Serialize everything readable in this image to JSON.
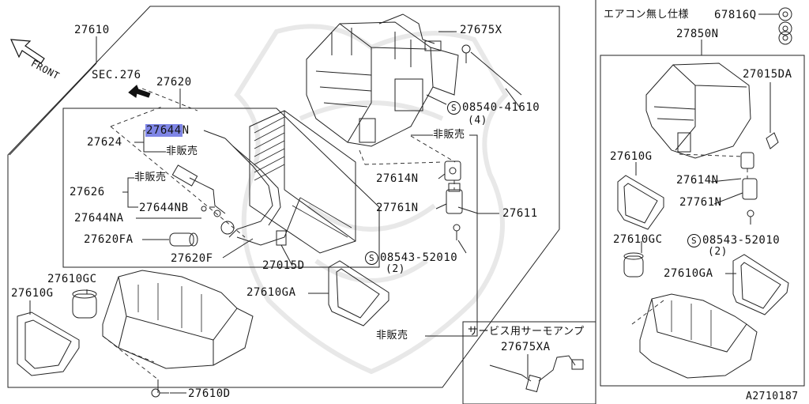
{
  "labels": {
    "front": "FRONT",
    "sec276": "SEC.276",
    "p27610": "27610",
    "p27620": "27620",
    "p27644N": "27644",
    "p27644N_suffix": "N",
    "p27624": "27624",
    "hihanbai1": "非販売",
    "hihanbai2": "非販売",
    "hihanbai3": "非販売",
    "hihanbai4": "非販売",
    "p27626": "27626",
    "p27644NA": "27644NA",
    "p27644NB": "27644NB",
    "p27620FA": "27620FA",
    "p27620F": "27620F",
    "p27015D": "27015D",
    "p27675X": "27675X",
    "s08540": "08540-41610",
    "s08540_qty": "(4)",
    "p27614N": "27614N",
    "p27761N": "27761N",
    "p27611": "27611",
    "s08543": "08543-52010",
    "s08543_qty": "(2)",
    "p27610GA": "27610GA",
    "p27610GC": "27610GC",
    "p27610G": "27610G",
    "p27610D": "27610D",
    "service_note": "サービス用サーモアンプ",
    "p27675XA": "27675XA",
    "aircon_note": "エアコン無し仕様",
    "p67816Q": "67816Q",
    "p27850N": "27850N",
    "r27015DA": "27015DA",
    "r27610G": "27610G",
    "r27614N": "27614N",
    "r27761N": "27761N",
    "r27610GC": "27610GC",
    "r08543": "08543-52010",
    "r08543_qty": "(2)",
    "r27610GA": "27610GA",
    "figure_code": "A2710187",
    "circle_s": "S"
  }
}
